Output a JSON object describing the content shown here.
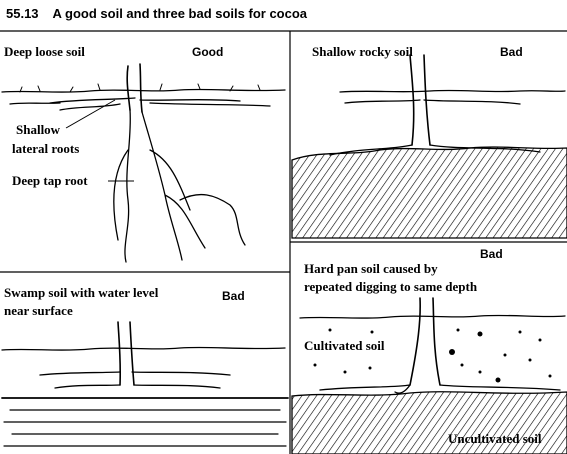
{
  "figure": {
    "number": "55.13",
    "title": "A good soil and three bad soils for cocoa"
  },
  "panels": {
    "deep": {
      "title": "Deep loose soil",
      "rating": "Good",
      "callouts": {
        "lateral_line1": "Shallow",
        "lateral_line2": "lateral roots",
        "taproot": "Deep tap root"
      }
    },
    "rocky": {
      "title": "Shallow rocky soil",
      "rating": "Bad"
    },
    "swamp": {
      "title_line1": "Swamp soil with water level",
      "title_line2": "near surface",
      "rating": "Bad"
    },
    "hardpan": {
      "title_line1": "Hard pan soil caused by",
      "title_line2": "repeated digging to same depth",
      "rating": "Bad",
      "cultivated_label": "Cultivated soil",
      "uncultivated_label": "Uncultivated soil"
    }
  }
}
